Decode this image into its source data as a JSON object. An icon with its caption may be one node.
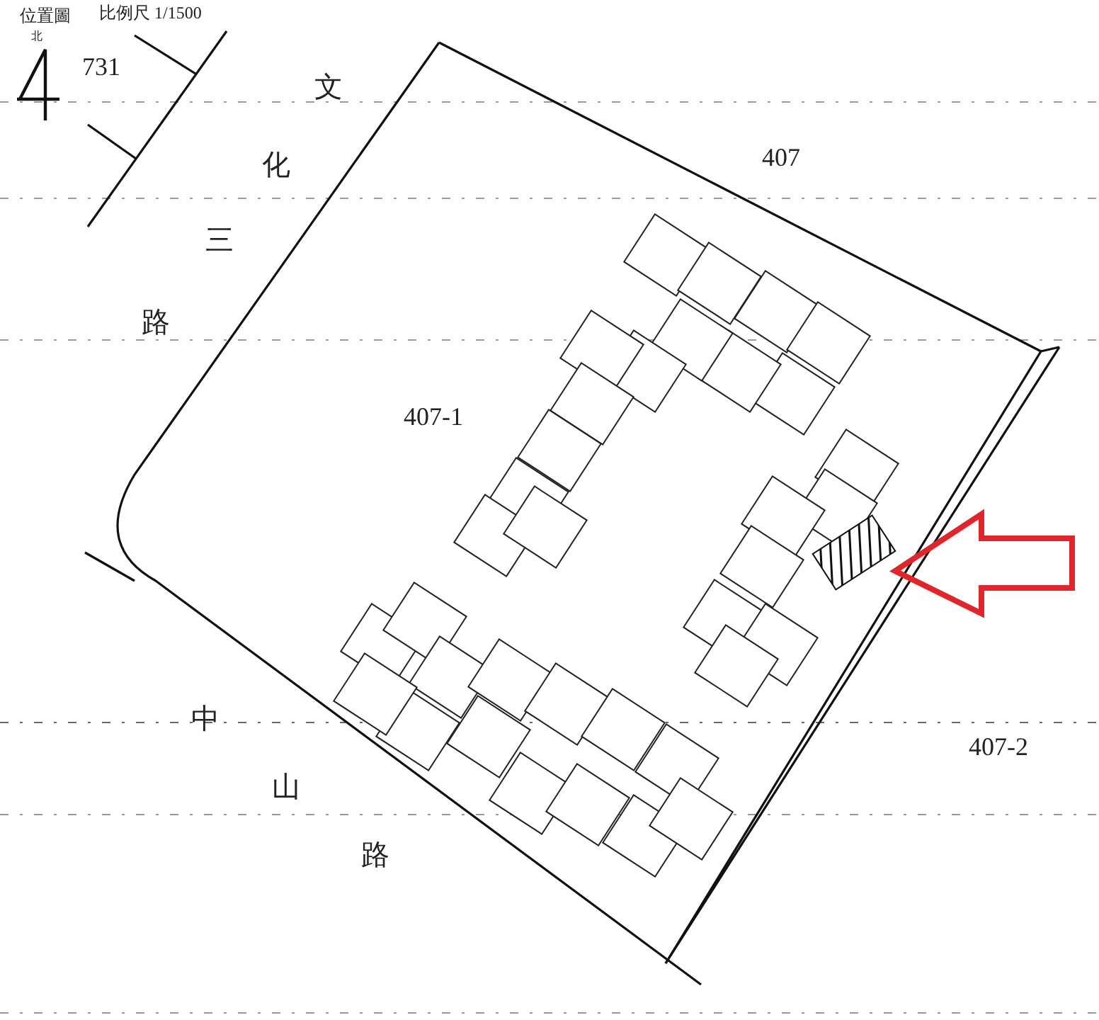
{
  "diagram": {
    "title": "位置圖",
    "labels": [
      "比例尺 1/1500",
      "北",
      "731",
      "文化三路",
      "407",
      "407-1",
      "中山路",
      "407-2"
    ]
  }
}
